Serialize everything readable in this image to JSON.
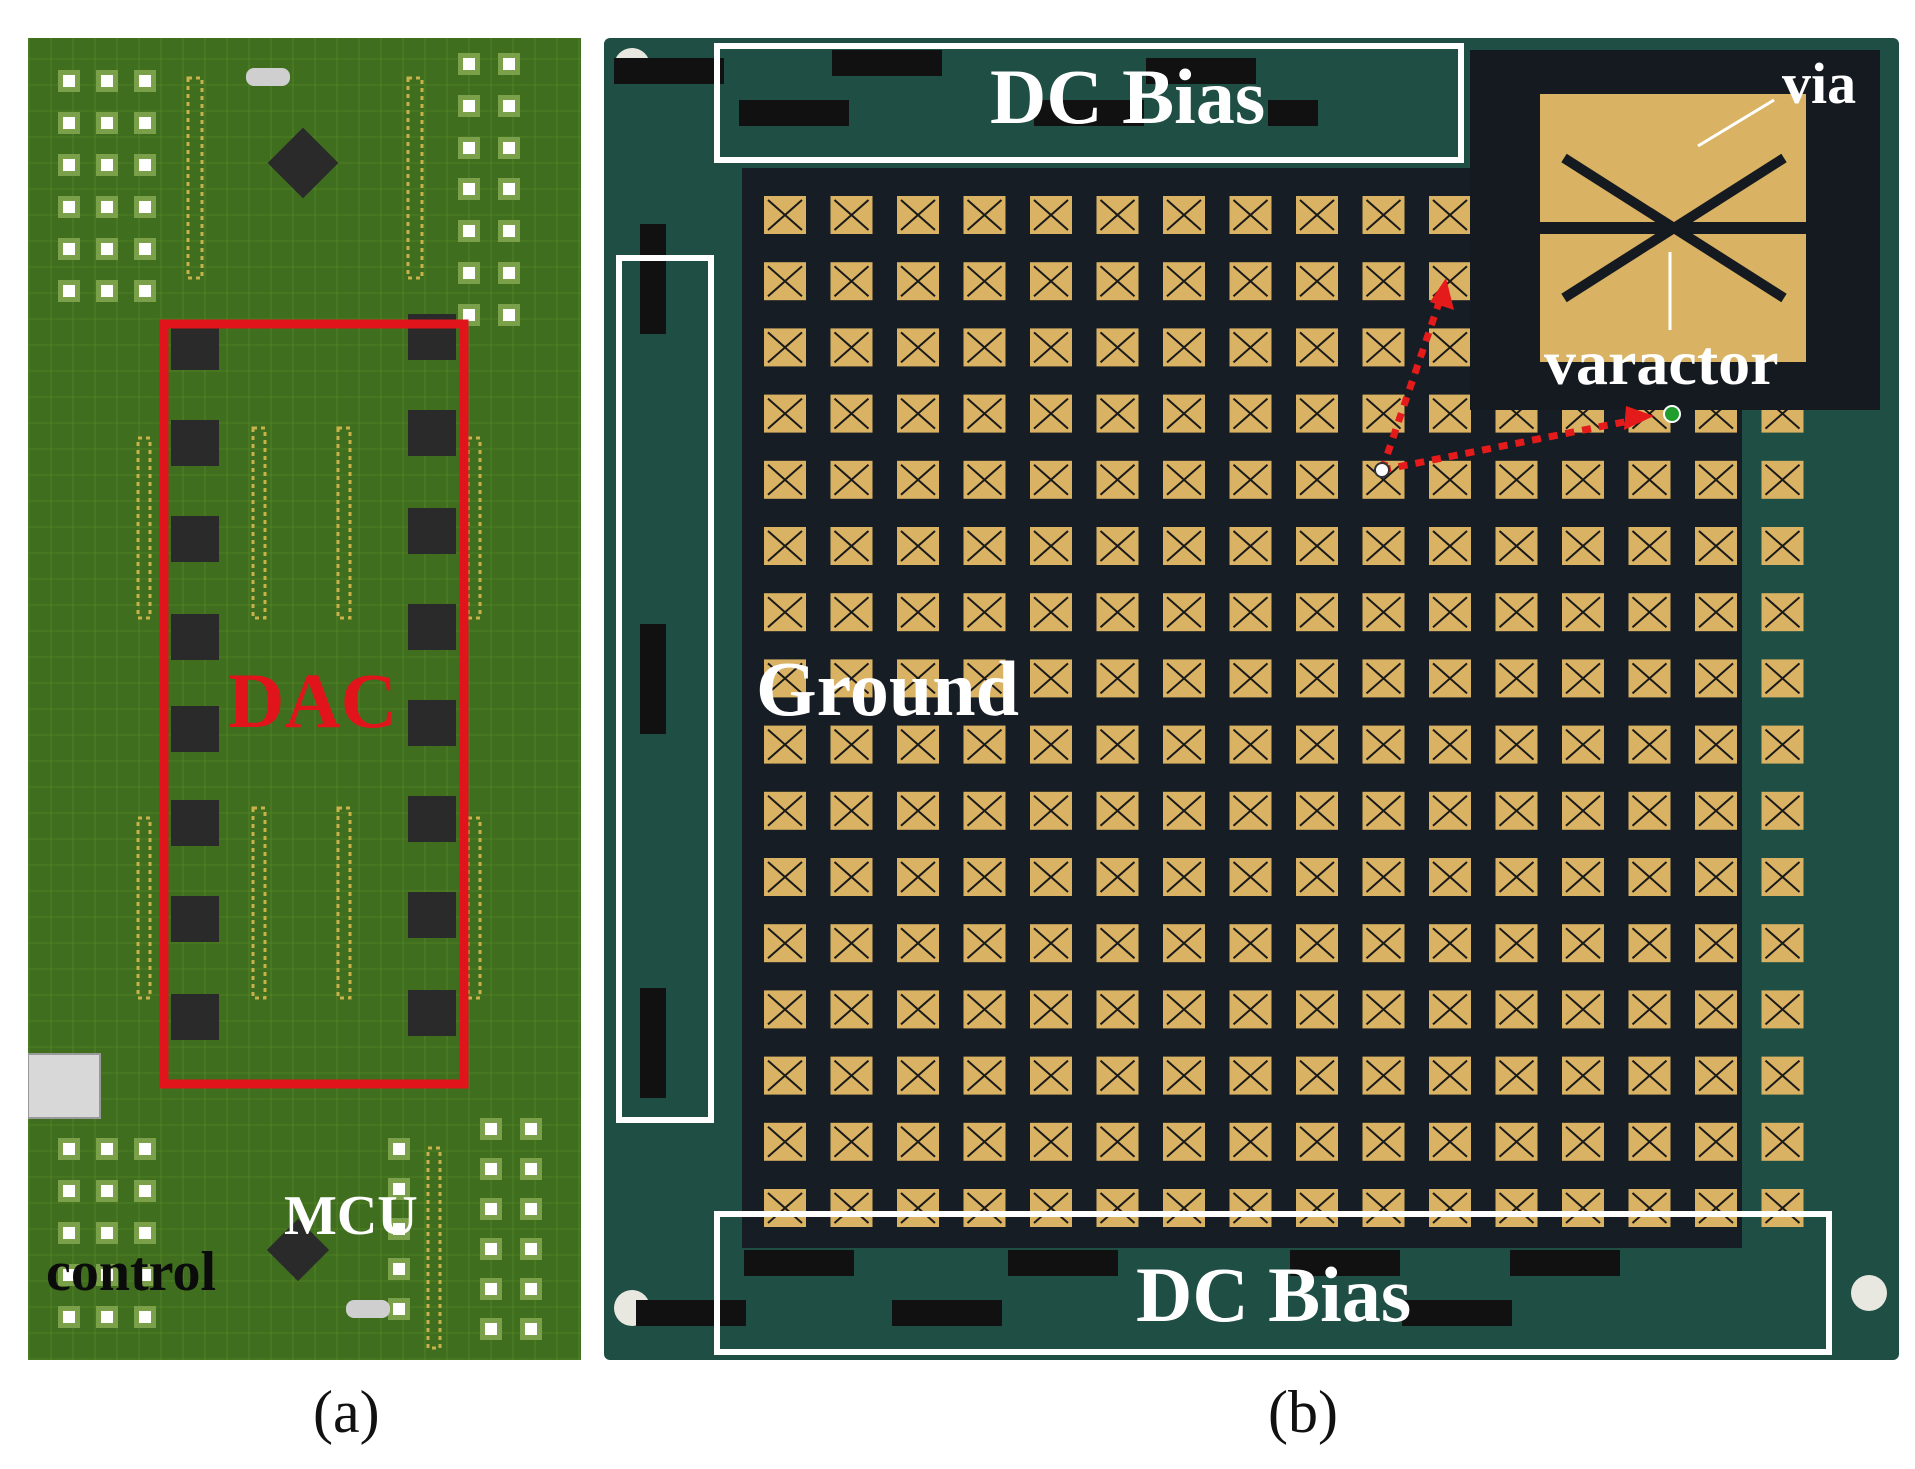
{
  "panel_a": {
    "caption": "(a)",
    "labels": {
      "dac": "DAC",
      "mcu": "MCU",
      "control": "control"
    },
    "colors": {
      "board": "#3f6e1e",
      "highlight_box": "#e0141a",
      "chip": "#2a2a2a",
      "pad": "#ffffff"
    }
  },
  "panel_b": {
    "caption": "(b)",
    "labels": {
      "dc_bias_top": "DC Bias",
      "dc_bias_bottom": "DC Bias",
      "ground": "Ground",
      "via": "via",
      "varactor": "varactor"
    },
    "grid": {
      "rows": 16,
      "cols": 16
    },
    "colors": {
      "board": "#1f4e44",
      "array_area": "#161d24",
      "cell": "#d9b263",
      "box": "#ffffff",
      "arrow": "#e51a1a"
    }
  }
}
